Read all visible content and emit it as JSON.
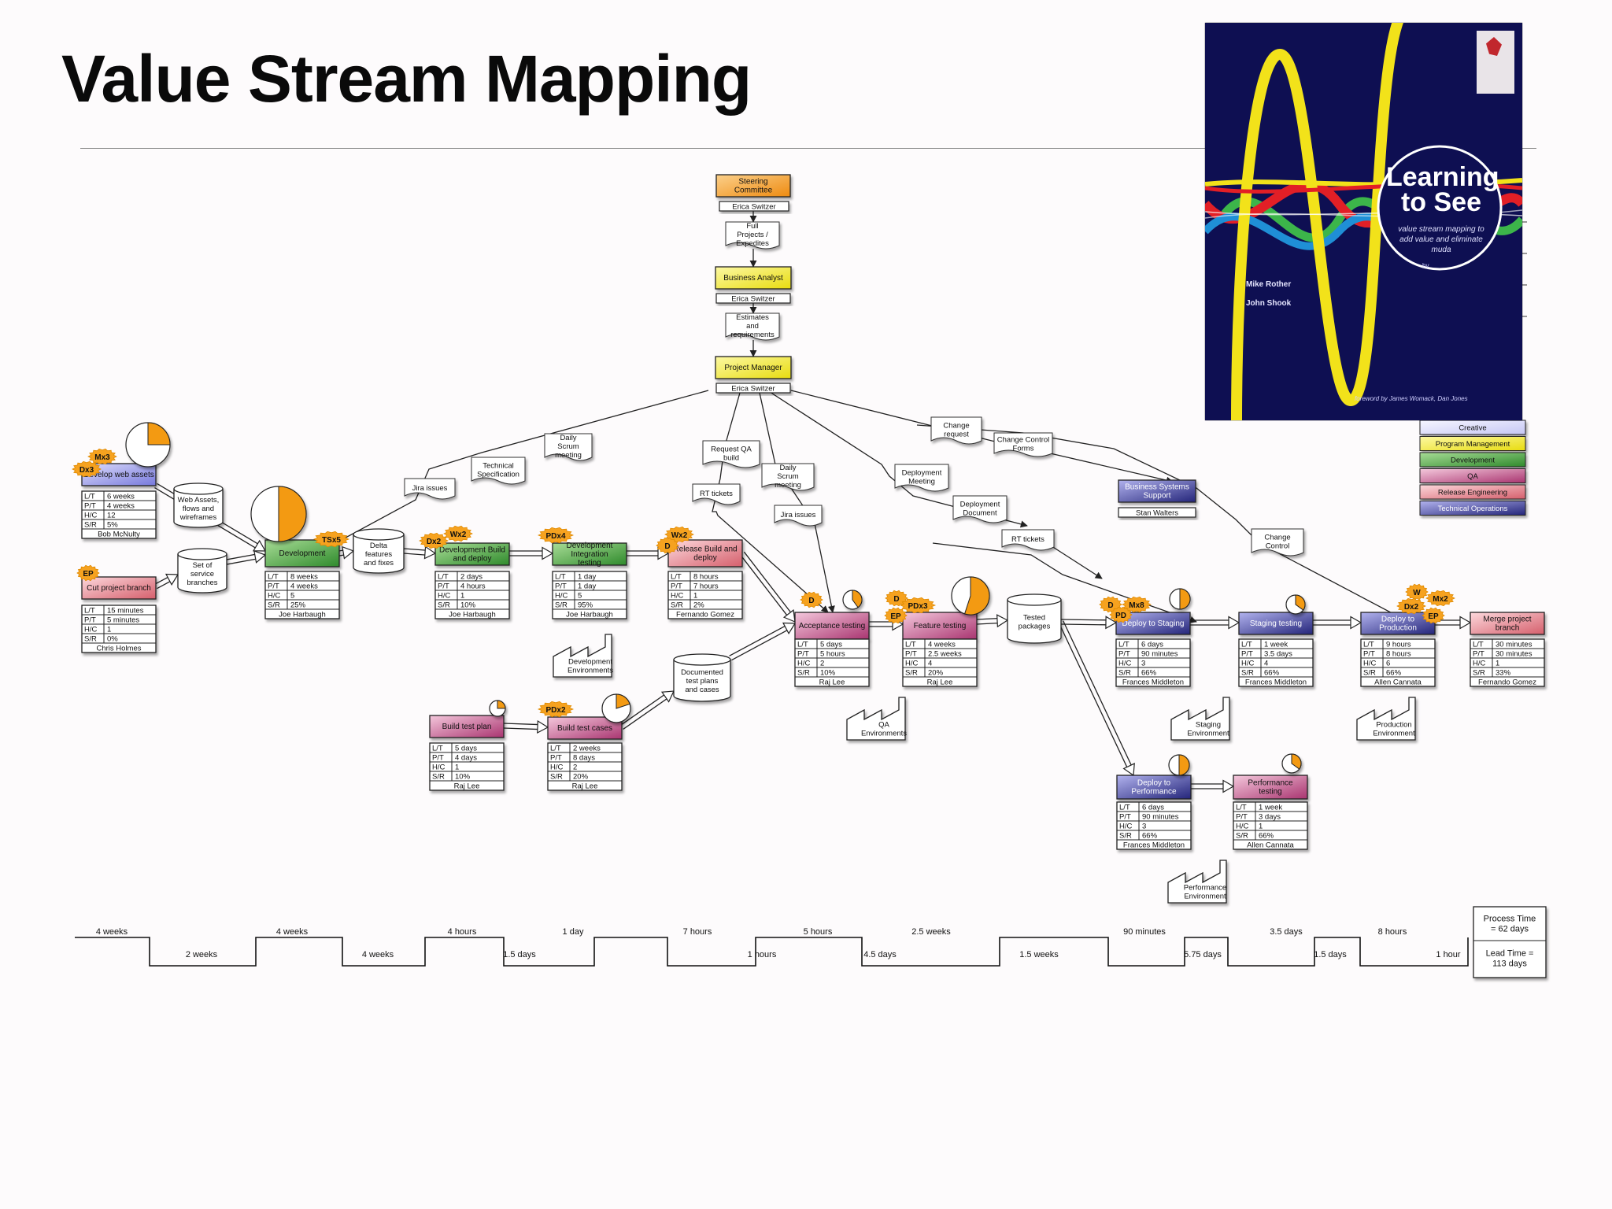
{
  "title": "Value Stream Mapping",
  "book": {
    "title_line1": "Learning",
    "title_line2": "to See",
    "subtitle": "value stream mapping to add value and eliminate muda",
    "by": "by",
    "author1": "Mike Rother",
    "author2": "John Shook",
    "foreword": "foreword by James Womack, Dan Jones"
  },
  "legend": [
    "Creative",
    "Program Management",
    "Development",
    "QA",
    "Release Engineering",
    "Technical Operations"
  ],
  "colors": {
    "orange": "#f39a12",
    "yellow": "#f7f02f",
    "purple": "#8c8ee8",
    "green": "#4ea64a",
    "red": "#e27d86",
    "navy": "#3d3e9e",
    "burst": "#f6a21f"
  },
  "steering": {
    "label": "Steering Committee",
    "owner": "Erica Switzer"
  },
  "ba": {
    "label": "Business Analyst",
    "owner": "Erica Switzer"
  },
  "pm": {
    "label": "Project Manager",
    "owner": "Erica Switzer"
  },
  "bss": {
    "label": "Business Systems Support",
    "owner": "Stan Walters"
  },
  "notes": {
    "full_projects": "Full Projects / Expedites",
    "estimates": "Estimates and requirements",
    "daily_scrum1": "Daily Scrum meeting",
    "tech_spec": "Technical Specification",
    "jira1": "Jira issues",
    "request_qa": "Request QA build",
    "rt1": "RT tickets",
    "daily_scrum2": "Daily Scrum meeting",
    "jira2": "Jira issues",
    "change_request": "Change request",
    "change_forms": "Change Control Forms",
    "deploy_meeting": "Deployment Meeting",
    "deploy_doc": "Deployment Document",
    "rt2": "RT tickets",
    "change_control": "Change Control"
  },
  "inventory": {
    "web_assets": "Web Assets, flows and wireframes",
    "service_branches": "Set of service branches",
    "delta": "Delta features and fixes",
    "doc_tests": "Documented test plans and cases",
    "tested_packages": "Tested packages"
  },
  "factories": {
    "dev_env": "Development Environments",
    "qa_env": "QA Environments",
    "staging_env": "Staging Environment",
    "prod_env": "Production Environment",
    "perf_env": "Performance Environment"
  },
  "bursts": {
    "web": [
      "Mx3",
      "Dx3"
    ],
    "cut": [
      "EP"
    ],
    "dev": [
      "TSx5"
    ],
    "build": [
      "Dx2",
      "Wx2"
    ],
    "integ": [
      "PDx4"
    ],
    "release": [
      "Wx2",
      "D"
    ],
    "btc": [
      "PDx2"
    ],
    "accept": [
      "D"
    ],
    "feature": [
      "D",
      "PDx3",
      "EP"
    ],
    "staging": [
      "D",
      "Mx8",
      "PD"
    ],
    "prod": [
      "W",
      "Dx2",
      "Mx2",
      "EP"
    ]
  },
  "processes": {
    "web": {
      "label": "Develop web assets",
      "lt": "6 weeks",
      "pt": "4 weeks",
      "hc": "12",
      "sr": "5%",
      "owner": "Bob McNulty"
    },
    "cut": {
      "label": "Cut project branch",
      "lt": "15 minutes",
      "pt": "5 minutes",
      "hc": "1",
      "sr": "0%",
      "owner": "Chris Holmes"
    },
    "dev": {
      "label": "Development",
      "lt": "8 weeks",
      "pt": "4 weeks",
      "hc": "5",
      "sr": "25%",
      "owner": "Joe Harbaugh"
    },
    "build": {
      "label": "Development Build and deploy",
      "lt": "2 days",
      "pt": "4 hours",
      "hc": "1",
      "sr": "10%",
      "owner": "Joe Harbaugh"
    },
    "integ": {
      "label": "Development Integration testing",
      "lt": "1 day",
      "pt": "1 day",
      "hc": "5",
      "sr": "95%",
      "owner": "Joe Harbaugh"
    },
    "release": {
      "label": "Release Build and deploy",
      "lt": "8 hours",
      "pt": "7 hours",
      "hc": "1",
      "sr": "2%",
      "owner": "Fernando Gomez"
    },
    "btp": {
      "label": "Build test plan",
      "lt": "5 days",
      "pt": "4 days",
      "hc": "1",
      "sr": "10%",
      "owner": "Raj Lee"
    },
    "btc": {
      "label": "Build test cases",
      "lt": "2 weeks",
      "pt": "8 days",
      "hc": "2",
      "sr": "20%",
      "owner": "Raj Lee"
    },
    "accept": {
      "label": "Acceptance testing",
      "lt": "5 days",
      "pt": "5 hours",
      "hc": "2",
      "sr": "10%",
      "owner": "Raj Lee"
    },
    "feature": {
      "label": "Feature testing",
      "lt": "4 weeks",
      "pt": "2.5 weeks",
      "hc": "4",
      "sr": "20%",
      "owner": "Raj Lee"
    },
    "staging": {
      "label": "Deploy to Staging",
      "lt": "6 days",
      "pt": "90 minutes",
      "hc": "3",
      "sr": "66%",
      "owner": "Frances Middleton"
    },
    "stgtest": {
      "label": "Staging testing",
      "lt": "1 week",
      "pt": "3.5 days",
      "hc": "4",
      "sr": "66%",
      "owner": "Frances Middleton"
    },
    "prod": {
      "label": "Deploy to Production",
      "lt": "9 hours",
      "pt": "8 hours",
      "hc": "6",
      "sr": "66%",
      "owner": "Allen Cannata"
    },
    "merge": {
      "label": "Merge project branch",
      "lt": "30 minutes",
      "pt": "30 minutes",
      "hc": "1",
      "sr": "33%",
      "owner": "Fernando Gomez"
    },
    "perf": {
      "label": "Deploy to Performance",
      "lt": "6 days",
      "pt": "90 minutes",
      "hc": "3",
      "sr": "66%",
      "owner": "Frances Middleton"
    },
    "perftest": {
      "label": "Performance testing",
      "lt": "1 week",
      "pt": "3 days",
      "hc": "1",
      "sr": "66%",
      "owner": "Allen Cannata"
    }
  },
  "metric_labels": [
    "L/T",
    "P/T",
    "H/C",
    "S/R"
  ],
  "timeline": {
    "top": [
      "4 weeks",
      "4 weeks",
      "4 hours",
      "1 day",
      "7 hours",
      "5 hours",
      "2.5 weeks",
      "90 minutes",
      "3.5 days",
      "8 hours"
    ],
    "bottom": [
      "2 weeks",
      "4 weeks",
      "1.5 days",
      "1 hours",
      "4.5 days",
      "1.5 weeks",
      "5.75 days",
      "1.5 days",
      "1 hour"
    ],
    "process_time": "Process Time = 62 days",
    "lead_time": "Lead Time = 113 days"
  }
}
